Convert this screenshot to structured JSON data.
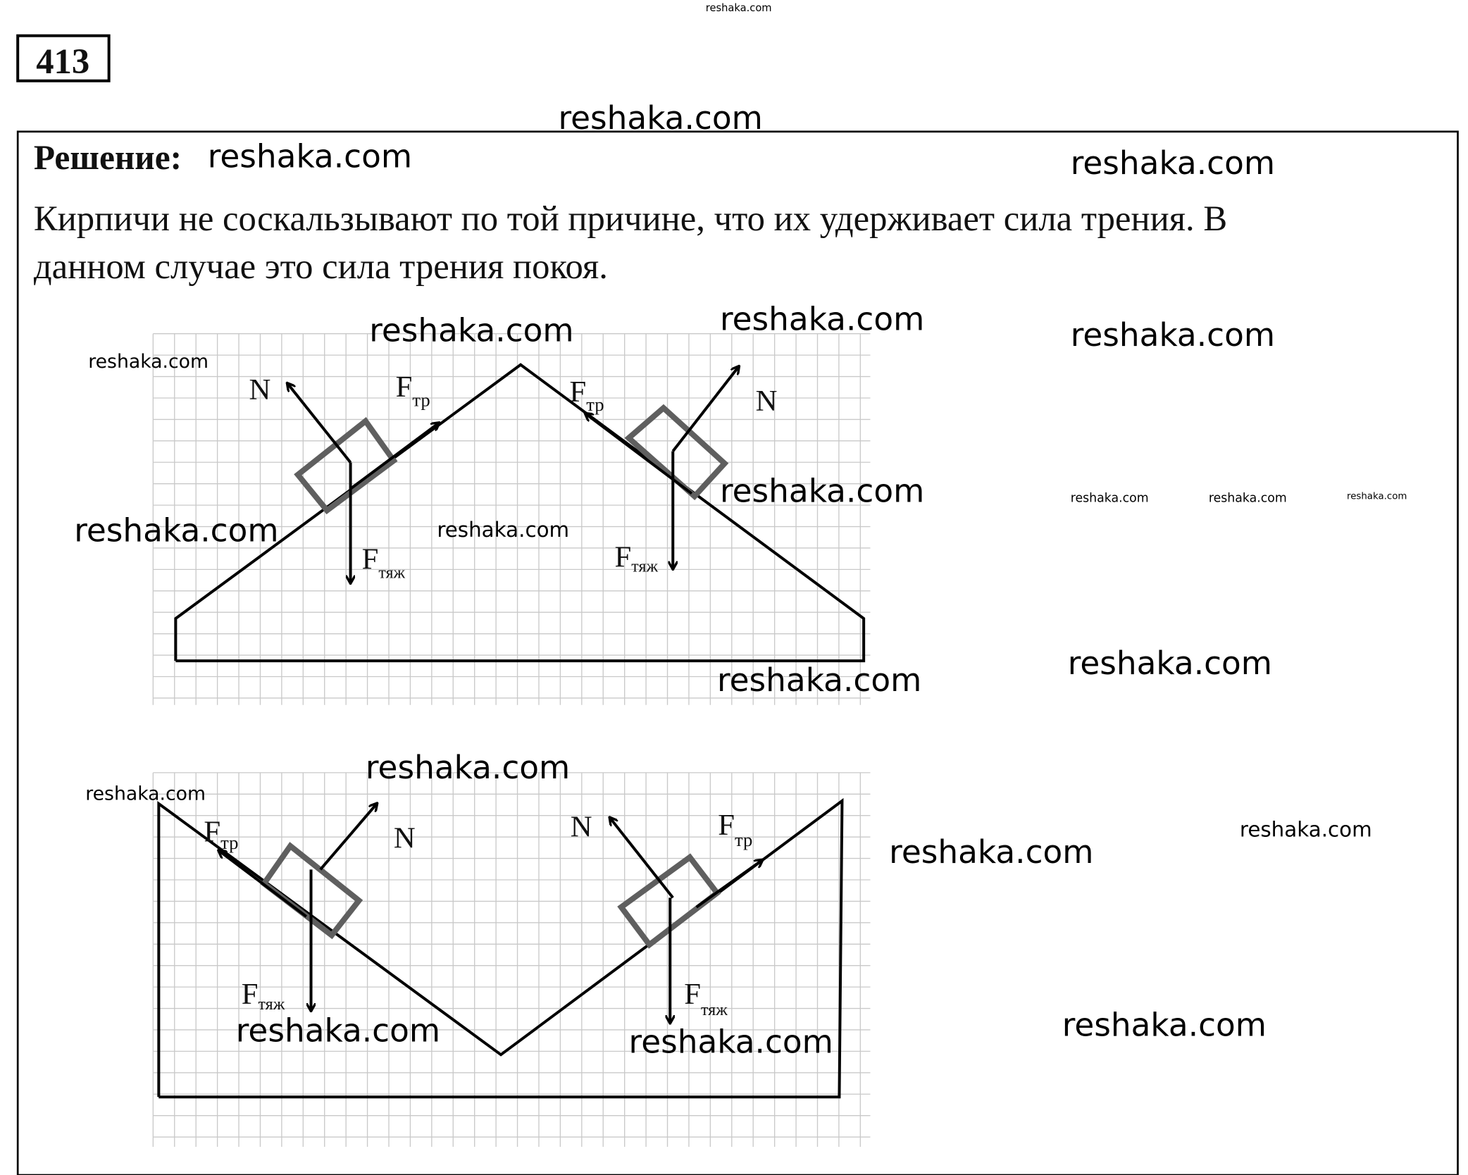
{
  "problem_number": "413",
  "solution_heading": "Решение:",
  "text_lines": [
    "Кирпичи не соскальзывают по той причине, что их удерживает сила трения. В",
    "данном случае это сила трения покоя."
  ],
  "labels": {
    "normal": "N",
    "friction_main": "F",
    "friction_sub": "тр",
    "gravity_main": "F",
    "gravity_sub": "тяж"
  },
  "watermark": "reshaka.com"
}
